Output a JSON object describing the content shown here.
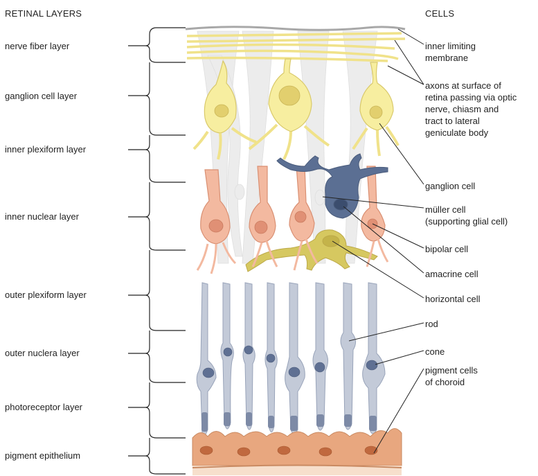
{
  "headers": {
    "left": "RETINAL LAYERS",
    "right": "CELLS"
  },
  "layers": [
    "nerve fiber layer",
    "ganglion cell layer",
    "inner plexiform layer",
    "inner nuclear layer",
    "outer plexiform layer",
    "outer nuclera layer",
    "photoreceptor layer",
    "pigment epithelium"
  ],
  "cells": [
    "inner limiting\nmembrane",
    "axons at surface of\nretina passing via optic\nnerve, chiasm and\ntract to lateral\ngeniculate body",
    "ganglion cell",
    "müller cell\n(supporting glial cell)",
    "bipolar cell",
    "amacrine cell",
    "horizontal cell",
    "rod",
    "cone",
    "pigment cells\nof choroid"
  ],
  "colors": {
    "ganglion": "#f7eea0",
    "ganglion_stroke": "#d9c96a",
    "muller": "#ebebeb",
    "bipolar": "#f3b9a0",
    "bipolar_stroke": "#d98f72",
    "amacrine": "#5b6f93",
    "horizontal": "#d6c860",
    "photoreceptor": "#c3cad8",
    "photoreceptor_dark": "#5f7093",
    "pigment": "#e8a77f",
    "pigment_dark": "#c0693f",
    "bracket": "#222222"
  }
}
